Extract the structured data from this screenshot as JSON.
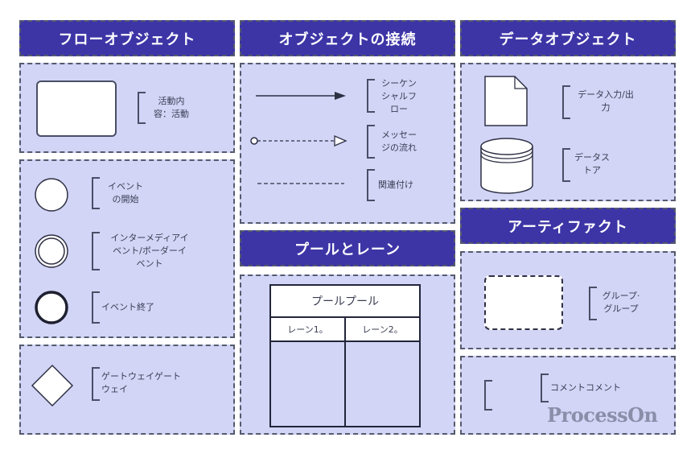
{
  "columns": {
    "flow_objects": {
      "header": "フローオブジェクト",
      "activity": {
        "label_line1": "活動内",
        "label_line2": "容：活動"
      },
      "start_event": {
        "label_line1": "イベント",
        "label_line2": "の開始"
      },
      "intermediate_event": {
        "label_line1": "インターメディアイ",
        "label_line2": "ベント/ボーダーイ",
        "label_line3": "ベント"
      },
      "end_event": {
        "label": "イベント終了"
      },
      "gateway": {
        "label_line1": "ゲートウェイゲート",
        "label_line2": "ウェイ"
      }
    },
    "connecting_objects": {
      "header": "オブジェクトの接続",
      "sequence_flow": {
        "label_line1": "シーケン",
        "label_line2": "シャルフ",
        "label_line3": "ロー"
      },
      "message_flow": {
        "label_line1": "メッセー",
        "label_line2": "ジの流れ"
      },
      "association": {
        "label": "関連付け"
      }
    },
    "pools_lanes": {
      "header": "プールとレーン",
      "pool_title": "プールプール",
      "lanes": [
        "レーン1。",
        "レーン2。"
      ]
    },
    "data_objects": {
      "header": "データオブジェクト",
      "data_io": {
        "label_line1": "データ入力/出",
        "label_line2": "力"
      },
      "data_store": {
        "label_line1": "データス",
        "label_line2": "トア"
      }
    },
    "artifacts": {
      "header": "アーティファクト",
      "group": {
        "label_line1": "グループ·",
        "label_line2": "グループ"
      },
      "annotation": {
        "label": "コメントコメント"
      }
    }
  },
  "watermark": "ProcessOn",
  "colors": {
    "header_bg": "#3d35a6",
    "panel_bg": "#d2d5f6",
    "border": "#555a6e"
  }
}
